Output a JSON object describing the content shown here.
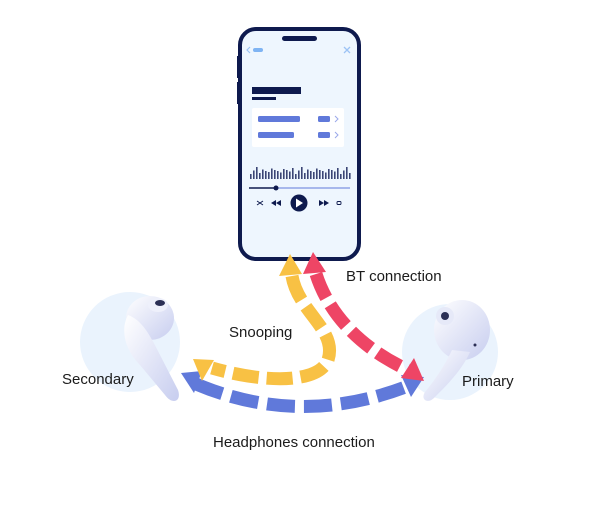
{
  "labels": {
    "bt_connection": "BT connection",
    "snooping": "Snooping",
    "secondary": "Secondary",
    "primary": "Primary",
    "headphones_connection": "Headphones connection"
  },
  "colors": {
    "snooping": "#F8C144",
    "bt": "#EE4565",
    "headphones": "#6079DA",
    "phone_frame": "#0E1A4E",
    "phone_screen": "#EEF6FE",
    "earbud_bg": "#EAF3FD"
  },
  "icons": [
    "phone-icon",
    "earbud-icon",
    "play-icon",
    "rewind-icon",
    "fast-forward-icon",
    "shuffle-icon",
    "repeat-icon",
    "close-icon",
    "back-icon",
    "chevron-right-icon"
  ]
}
